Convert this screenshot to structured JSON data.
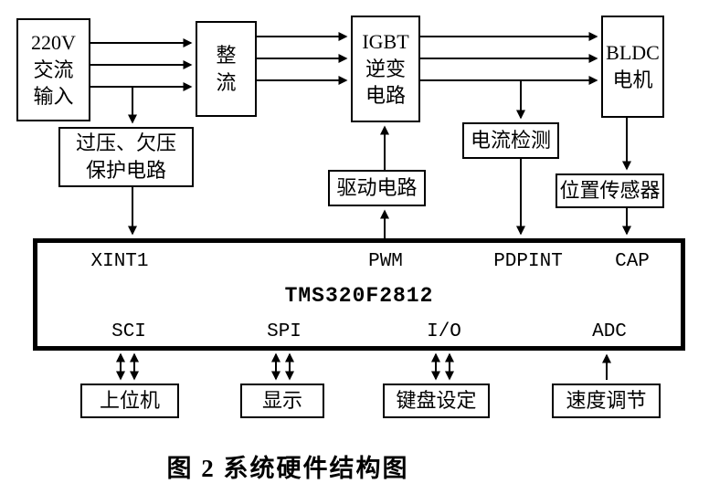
{
  "caption": "图 2  系统硬件结构图",
  "blocks": {
    "ac_input": {
      "label": "220V\n交流\n输入"
    },
    "rectifier": {
      "label": "整\n流"
    },
    "igbt_inverter": {
      "label": "IGBT\n逆变\n电路"
    },
    "bldc_motor": {
      "label": "BLDC\n电机"
    },
    "voltage_protection": {
      "label": "过压、欠压\n保护电路"
    },
    "current_detection": {
      "label": "电流检测"
    },
    "drive_circuit": {
      "label": "驱动电路"
    },
    "position_sensor": {
      "label": "位置传感器"
    },
    "host_computer": {
      "label": "上位机"
    },
    "display": {
      "label": "显示"
    },
    "keyboard_setting": {
      "label": "键盘设定"
    },
    "speed_adjust": {
      "label": "速度调节"
    }
  },
  "dsp": {
    "name": "TMS320F2812",
    "top_ports": [
      "XINT1",
      "PWM",
      "PDPINT",
      "CAP"
    ],
    "bottom_ports": [
      "SCI",
      "SPI",
      "I/O",
      "ADC"
    ]
  }
}
